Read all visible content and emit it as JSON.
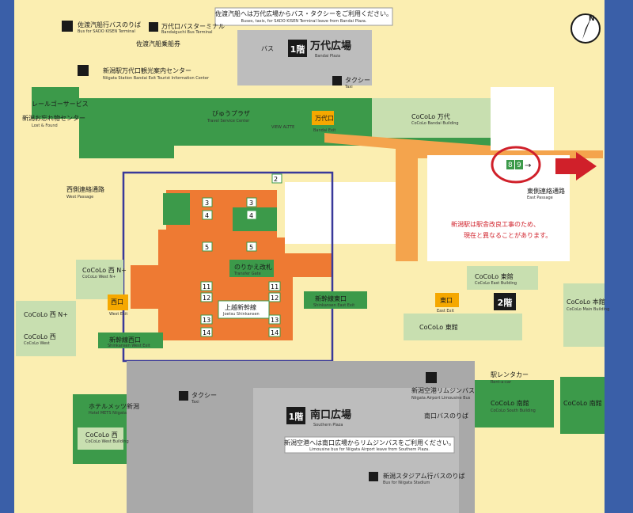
{
  "colors": {
    "frame_blue": "#3a5fa8",
    "walkway": "#fbeeb1",
    "building": "#3c9a4a",
    "cocolo": "#c8dfb0",
    "platform": "#ee7a33",
    "upper_passage": "#f4a44d",
    "plaza_grey": "#bdbdbd",
    "road_grey": "#a9a9a9",
    "gate_yellow": "#f5a800",
    "red": "#d0202a",
    "callout_blue": "#39399a"
  },
  "top": {
    "notice_jp": "佐渡汽船へは万代広場からバス・タクシーをご利用ください。",
    "notice_en": "Buses, taxis, for SADO KISEN Terminal leave from Bandai Plaza.",
    "bus_sado_jp": "佐渡汽船行バスのりば",
    "bus_sado_en": "Bus for SADO KISEN Terminal",
    "bandai_bus_terminal_jp": "万代口バスターミナル",
    "bandai_bus_terminal_en": "Bandaiguchi Bus Terminal",
    "sado_ticket_jp": "佐渡汽船乗船券",
    "floor_badge": "1階",
    "plaza_jp": "万代広場",
    "plaza_en": "Bandai Plaza",
    "bus_label": "バス",
    "tourist_center_jp": "新潟駅万代口観光案内センター",
    "tourist_center_en": "Niigata Station Bandai Exit Tourist Information Center",
    "taxi_jp": "タクシー",
    "taxi_en": "Taxi"
  },
  "left": {
    "rental_jp": "レールゴーサービス",
    "lost_found_jp": "新潟お忘れ物センター",
    "lost_found_en": "Lost & Found",
    "west_passage_jp": "西側連絡通路",
    "west_passage_en": "West Passage",
    "cocolo_west_n": "CoCoLo 西 N+",
    "cocolo_west_n_en": "CoCoLo West N+",
    "cocolo_west_n2": "CoCoLo 西 N+",
    "cocolo_west": "CoCoLo 西",
    "cocolo_west_en": "CoCoLo West",
    "hotel_jp": "ホテルメッツ新潟",
    "hotel_en": "Hotel METS Niigata",
    "cocolo_west2": "CoCoLo 西",
    "cocolo_west2_en": "CoCoLo West Building"
  },
  "center": {
    "travel_plaza_jp": "びゅうプラザ",
    "travel_plaza_en": "Travel Service Center",
    "view_alte": "VIEW ALTTE",
    "bandai_exit_jp": "万代口",
    "bandai_exit_en": "Bandai Exit",
    "cocolo_bandai": "CoCoLo 万代",
    "cocolo_bandai_en": "CoCoLo Bandai Building",
    "east_passage_jp": "東側連絡通路",
    "east_passage_en": "East Passage",
    "platform_exit": "2",
    "notice_red_1": "新潟駅は駅舎改良工事のため、",
    "notice_red_2": "現在と異なることがあります。",
    "midori_jp": "のりかえ改札",
    "midori_en": "Transfer Gate",
    "shinkansen_jp": "上越新幹線",
    "shinkansen_en": "Joetsu Shinkansen",
    "east_gate_jp": "新幹線東口",
    "east_gate_en": "Shinkansen East Exit",
    "west_gate_jp": "新幹線西口",
    "west_gate_en": "Shinkansen West Exit",
    "west_exit_jp": "西口",
    "west_exit_en": "West Exit",
    "east_exit_jp": "東口",
    "east_exit_en": "East Exit",
    "floor2": "2階",
    "track_8": "8",
    "track_9": "9",
    "arrow_right": "→",
    "compass_letter": "N"
  },
  "platforms": [
    "2",
    "3",
    "4",
    "4",
    "3",
    "5",
    "5",
    "11",
    "11",
    "12",
    "12",
    "13",
    "13",
    "14",
    "14"
  ],
  "right": {
    "cocolo_east": "CoCoLo 東館",
    "cocolo_east_en": "CoCoLo East Building",
    "cocolo_main": "CoCoLo 本館",
    "cocolo_main_en": "CoCoLo Main Building",
    "rent_car_jp": "駅レンタカー",
    "rent_car_en": "Rent-a-car",
    "cocolo_south": "CoCoLo 南館",
    "cocolo_south_en": "CoCoLo South Building",
    "cocolo_south2": "CoCoLo 南館",
    "cocolo_east2": "CoCoLo 東館"
  },
  "bottom": {
    "taxi_jp": "タクシー",
    "taxi_en": "Taxi",
    "limousine_jp": "新潟空港リムジンバス",
    "limousine_en": "Niigata Airport Limousine Bus",
    "south_bus_jp": "南口バスのりば",
    "floor_badge": "1階",
    "plaza_jp": "南口広場",
    "plaza_en": "Southern Plaza",
    "notice_jp": "新潟空港へは南口広場からリムジンバスをご利用ください。",
    "notice_en": "Limousine bus for Niigata Airport leave from Southern Plaza.",
    "stadium_bus_jp": "新潟スタジアム行バスのりば",
    "stadium_bus_en": "Bus for Niigata Stadium"
  }
}
